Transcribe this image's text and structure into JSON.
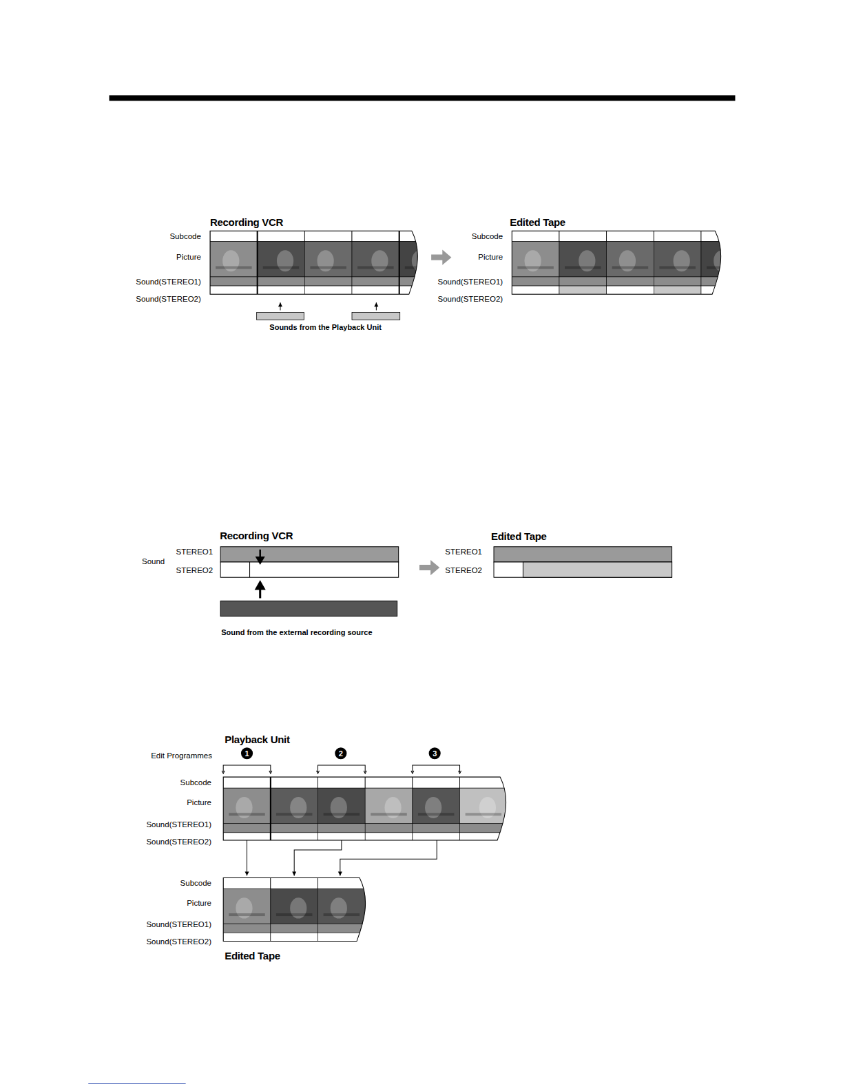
{
  "diagram": {
    "labels": [
      "Recording VCR",
      "Subcode",
      "Picture",
      "Sound(STEREO1)",
      "Sound(STEREO2)",
      "Sounds from the Playback Unit",
      "Edited Tape",
      "Subcode",
      "Picture",
      "Sound(STEREO1)",
      "Sound(STEREO2)",
      "Recording VCR",
      "Sound",
      "STEREO1",
      "STEREO2",
      "Sound from the external recording source",
      "Edited Tape",
      "STEREO1",
      "STEREO2",
      "Playback Unit",
      "Edit Programmes",
      "1",
      "2",
      "3",
      "Subcode",
      "Picture",
      "Sound(STEREO1)",
      "Sound(STEREO2)",
      "Subcode",
      "Picture",
      "Sound(STEREO1)",
      "Sound(STEREO2)",
      "Edited Tape"
    ]
  }
}
